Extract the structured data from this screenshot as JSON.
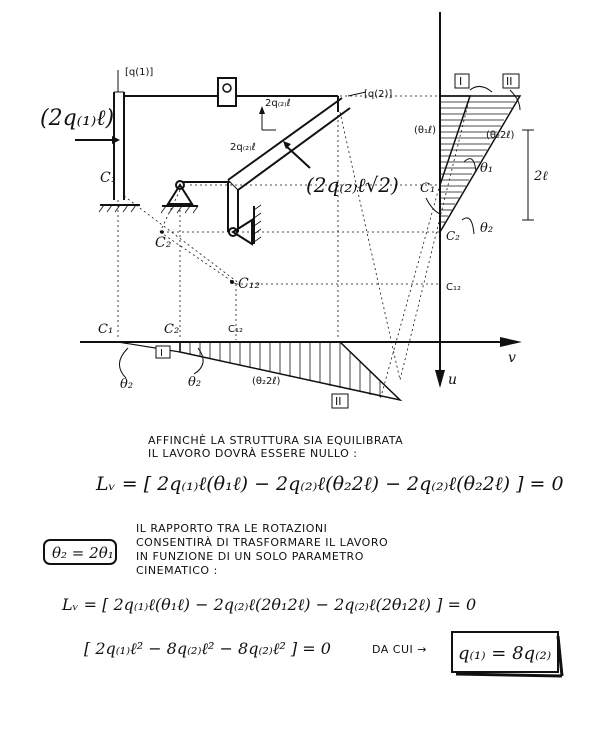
{
  "diagram": {
    "load_labels": {
      "left_load": "(2q₍₁₎ℓ)",
      "diag_load": "(2q₍₂₎ℓ√2)",
      "tag_q1": "[q(1)]",
      "tag_q2": "[q(2)]",
      "dim_top": "2q₍₂₎ℓ",
      "dim_mid": "2q₍₂₎ℓ"
    },
    "centers": {
      "c1": "C₁",
      "c2": "C₂",
      "c12": "C₁₂",
      "c1_top": "C₁",
      "c2_top": "C₂",
      "c12_top": "C₁₂",
      "c1_b": "C₁",
      "c2_b": "C₂",
      "c12_b": "C₁₂"
    },
    "right_diagram": {
      "roman_1": "I",
      "roman_2": "II",
      "label_left": "(θ₁ℓ)",
      "label_right": "(θ₂2ℓ)",
      "theta1": "θ₁",
      "theta2": "θ₂",
      "dim": "2ℓ",
      "axis": "u"
    },
    "bottom_diagram": {
      "roman_1": "I",
      "roman_2": "II",
      "theta2_a": "θ₂",
      "theta2_b": "θ₂",
      "label": "(θ₂2ℓ)",
      "axis": "v"
    }
  },
  "text": {
    "sentence1_line1": "AFFINCHÈ LA STRUTTURA SIA EQUILIBRATA",
    "sentence1_line2": "IL LAVORO DOVRÀ ESSERE NULLO :",
    "equation1": "Lᵥ = [ 2q₍₁₎ℓ(θ₁ℓ) − 2q₍₂₎ℓ(θ₂2ℓ) − 2q₍₂₎ℓ(θ₂2ℓ) ] = 0",
    "relation": "θ₂ = 2θ₁",
    "sentence2_line1": "IL RAPPORTO TRA LE ROTAZIONI",
    "sentence2_line2": "CONSENTIRÀ DI TRASFORMARE IL LAVORO",
    "sentence2_line3": "IN FUNZIONE DI UN SOLO PARAMETRO",
    "sentence2_line4": "CINEMATICO :",
    "equation2": "Lᵥ = [ 2q₍₁₎ℓ(θ₁ℓ) − 2q₍₂₎ℓ(2θ₁2ℓ) − 2q₍₂₎ℓ(2θ₁2ℓ) ] = 0",
    "equation3": "[ 2q₍₁₎ℓ² − 8q₍₂₎ℓ² − 8q₍₂₎ℓ² ] = 0",
    "da_cui": "DA CUI →",
    "result": "q₍₁₎ = 8q₍₂₎"
  }
}
